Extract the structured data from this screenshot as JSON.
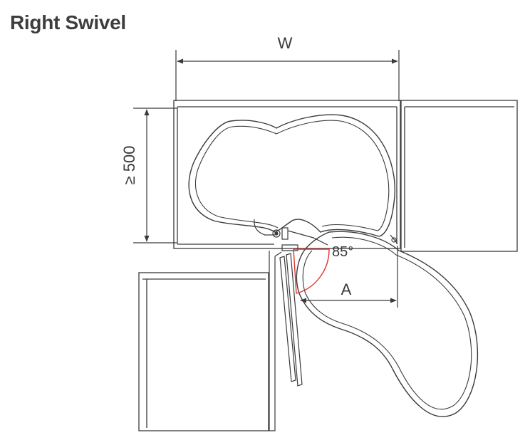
{
  "title": "Right Swivel",
  "labels": {
    "width": "W",
    "depth": "≥ 500",
    "angle": "85°",
    "clearance": "A"
  },
  "colors": {
    "line": "#3a3a3a",
    "angle_arc": "#e03030",
    "cabinet_edge": "#666666"
  }
}
